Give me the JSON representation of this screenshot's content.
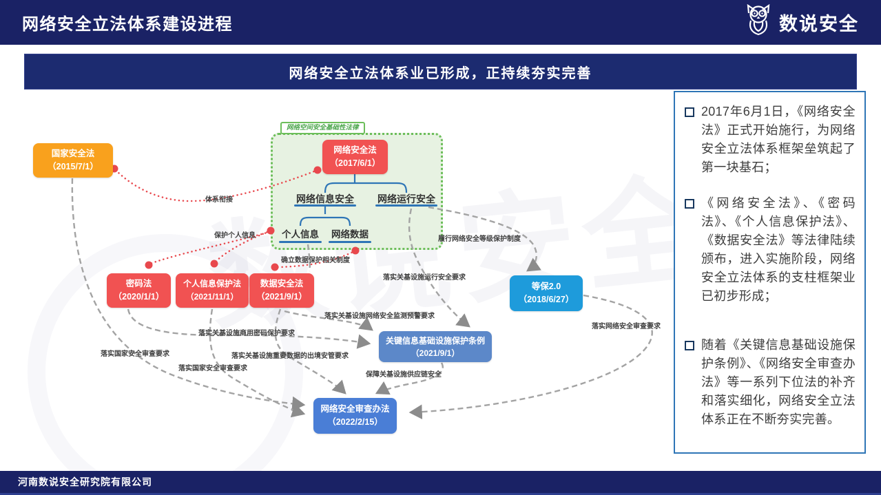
{
  "header": {
    "title": "网络安全立法体系建设进程",
    "brand": "数说安全"
  },
  "banner": {
    "text": "网络安全立法体系业已形成，正持续夯实完善"
  },
  "panel": {
    "bullets": [
      "2017年6月1日，《网络安全法》正式开始施行，为网络安全立法体系框架垒筑起了第一块基石；",
      "《网络安全法》、《密码法》、《个人信息保护法》、《数据安全法》等法律陆续颁布，进入实施阶段，网络安全立法体系的支柱框架业已初步形成；",
      "随着《关键信息基础设施保护条例》、《网络安全审查办法》等一系列下位法的补齐和落实细化，网络安全立法体系正在不断夯实完善。"
    ]
  },
  "footer": {
    "company": "河南数说安全研究院有限公司"
  },
  "diagram": {
    "group_label": "网络空间安全基础性法律",
    "nodes": {
      "national": {
        "label": "国家安全法",
        "date": "（2015/7/1）",
        "color": "#F9A11D"
      },
      "cyber": {
        "label": "网络安全法",
        "date": "（2017/6/1）",
        "color": "#F15252"
      },
      "crypto": {
        "label": "密码法",
        "date": "（2020/1/1）",
        "color": "#F15252"
      },
      "pipl": {
        "label": "个人信息保护法",
        "date": "（2021/11/1）",
        "color": "#F15252"
      },
      "dsl": {
        "label": "数据安全法",
        "date": "（2021/9/1）",
        "color": "#F15252"
      },
      "mlps": {
        "label": "等保2.0",
        "date": "（2018/6/27）",
        "color": "#1E9BDB"
      },
      "ciip": {
        "label": "关键信息基础设施保护条例",
        "date": "（2021/9/1）",
        "color": "#5C88C9"
      },
      "review": {
        "label": "网络安全审查办法",
        "date": "（2022/2/15）",
        "color": "#4A7ED6"
      }
    },
    "branches": {
      "info": "网络信息安全",
      "run": "网络运行安全",
      "personal": "个人信息",
      "data": "网络数据"
    },
    "edge_labels": {
      "tixi": "体系衔接",
      "baohu": "保护个人信息",
      "queli": "确立数据保护相关制度",
      "lvxing": "履行网络安全等级保护制度",
      "yunxing": "落实关基设施运行安全要求",
      "jiance": "落实关基设施网络安全监测预警要求",
      "shangyong": "落实关基设施商用密码保护要求",
      "guojia1": "落实国家安全审查要求",
      "chujing": "落实关基设施重要数据的出境安管要求",
      "guojia2": "落实国家安全审查要求",
      "gongying": "保障关基设施供应链安全",
      "shencha": "落实网络安全审查要求"
    }
  },
  "colors": {
    "header_bg": "#1A2265",
    "banner_bg": "#1C2B70",
    "accent_blue": "#2E75B6",
    "green": "#6CBE5A",
    "gray_dash": "#A3A3A3",
    "red_dot": "#E8484D"
  }
}
